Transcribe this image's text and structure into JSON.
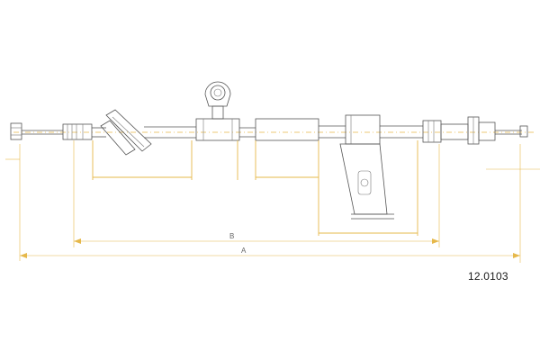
{
  "part_number": "12.0103",
  "dimensions": {
    "inner_label": "B",
    "overall_label": "A"
  },
  "colors": {
    "outline": "#555555",
    "dimension": "#e6b84a",
    "background": "#ffffff"
  }
}
